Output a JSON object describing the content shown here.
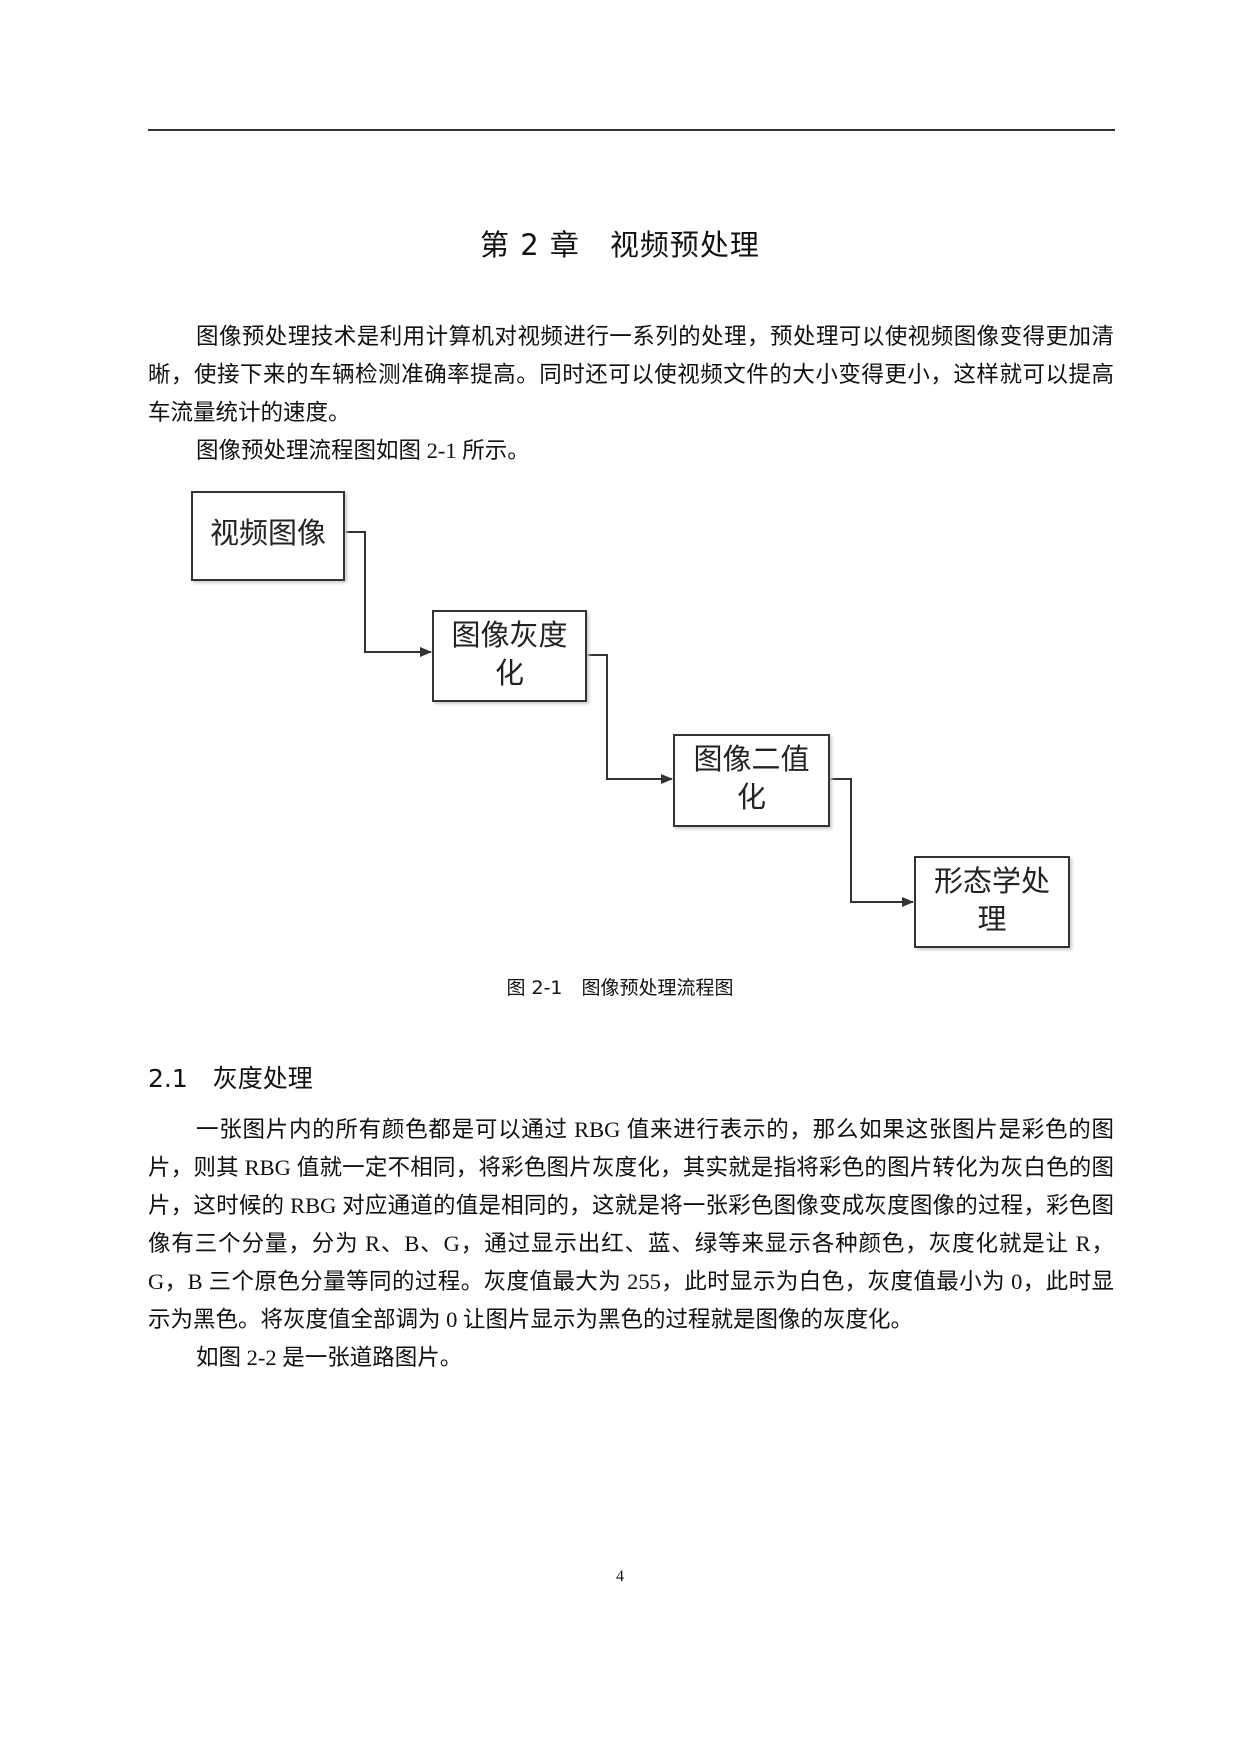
{
  "chapter": {
    "title": "第 2 章　视频预处理"
  },
  "intro": {
    "paragraph1": "图像预处理技术是利用计算机对视频进行一系列的处理，预处理可以使视频图像变得更加清晰，使接下来的车辆检测准确率提高。同时还可以使视频文件的大小变得更小，这样就可以提高车流量统计的速度。",
    "paragraph2": "图像预处理流程图如图 2-1 所示。"
  },
  "figure_2_1": {
    "nodes": [
      {
        "line1": "视频图像",
        "line2": ""
      },
      {
        "line1": "图像灰度",
        "line2": "化"
      },
      {
        "line1": "图像二值",
        "line2": "化"
      },
      {
        "line1": "形态学处",
        "line2": "理"
      }
    ],
    "caption": "图 2-1　图像预处理流程图"
  },
  "section_2_1": {
    "title": "2.1　灰度处理",
    "paragraph1": "一张图片内的所有颜色都是可以通过 RBG 值来进行表示的，那么如果这张图片是彩色的图片，则其 RBG 值就一定不相同，将彩色图片灰度化，其实就是指将彩色的图片转化为灰白色的图片，这时候的 RBG 对应通道的值是相同的，这就是将一张彩色图像变成灰度图像的过程，彩色图像有三个分量，分为 R、B、G，通过显示出红、蓝、绿等来显示各种颜色，灰度化就是让 R，G，B 三个原色分量等同的过程。灰度值最大为 255，此时显示为白色，灰度值最小为 0，此时显示为黑色。将灰度值全部调为 0 让图片显示为黑色的过程就是图像的灰度化。",
    "paragraph2": "如图 2-2 是一张道路图片。"
  },
  "footer": {
    "page_number": "4"
  }
}
